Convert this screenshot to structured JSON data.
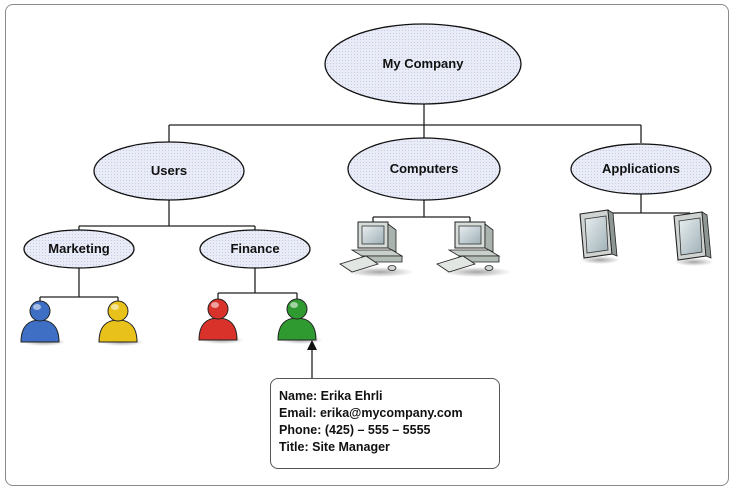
{
  "nodes": {
    "root": "My Company",
    "users": "Users",
    "computers": "Computers",
    "applications": "Applications",
    "marketing": "Marketing",
    "finance": "Finance"
  },
  "person_colors": {
    "marketing": [
      "#3e6fc4",
      "#e8c21a"
    ],
    "finance": [
      "#d9322b",
      "#2f9a2f"
    ]
  },
  "card": {
    "name": "Name: Erika Ehrli",
    "email": "Email: erika@mycompany.com",
    "phone": "Phone: (425) – 555 – 5555",
    "title": "Title: Site Manager"
  }
}
